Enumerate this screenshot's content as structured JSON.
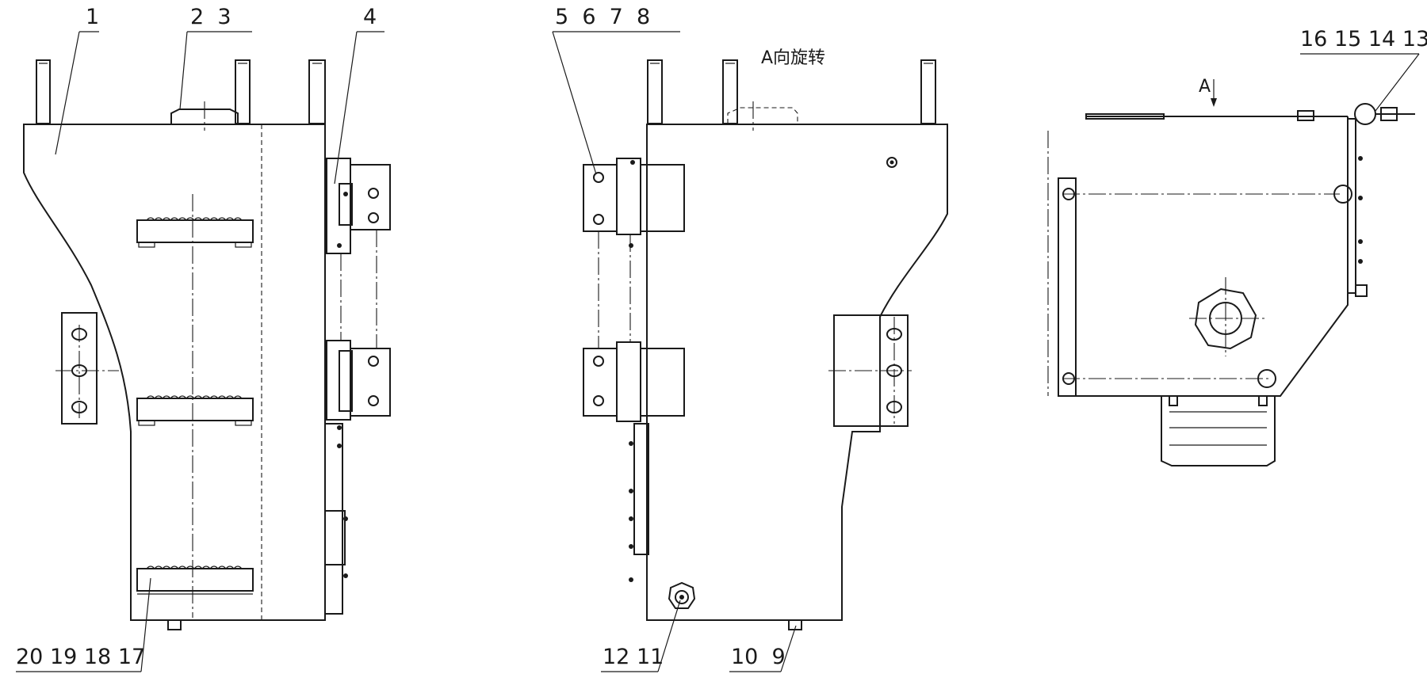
{
  "callouts": {
    "c1": "1",
    "c2_3": "2  3",
    "c4": "4",
    "c5_8": "5  6  7  8",
    "c16_13": "16 15 14 13",
    "c20_17": "20 19 18 17",
    "c12_11": "12 11",
    "c10_9": "10  9"
  },
  "notes": {
    "rotation": "A向旋转",
    "view_arrow": "A"
  }
}
